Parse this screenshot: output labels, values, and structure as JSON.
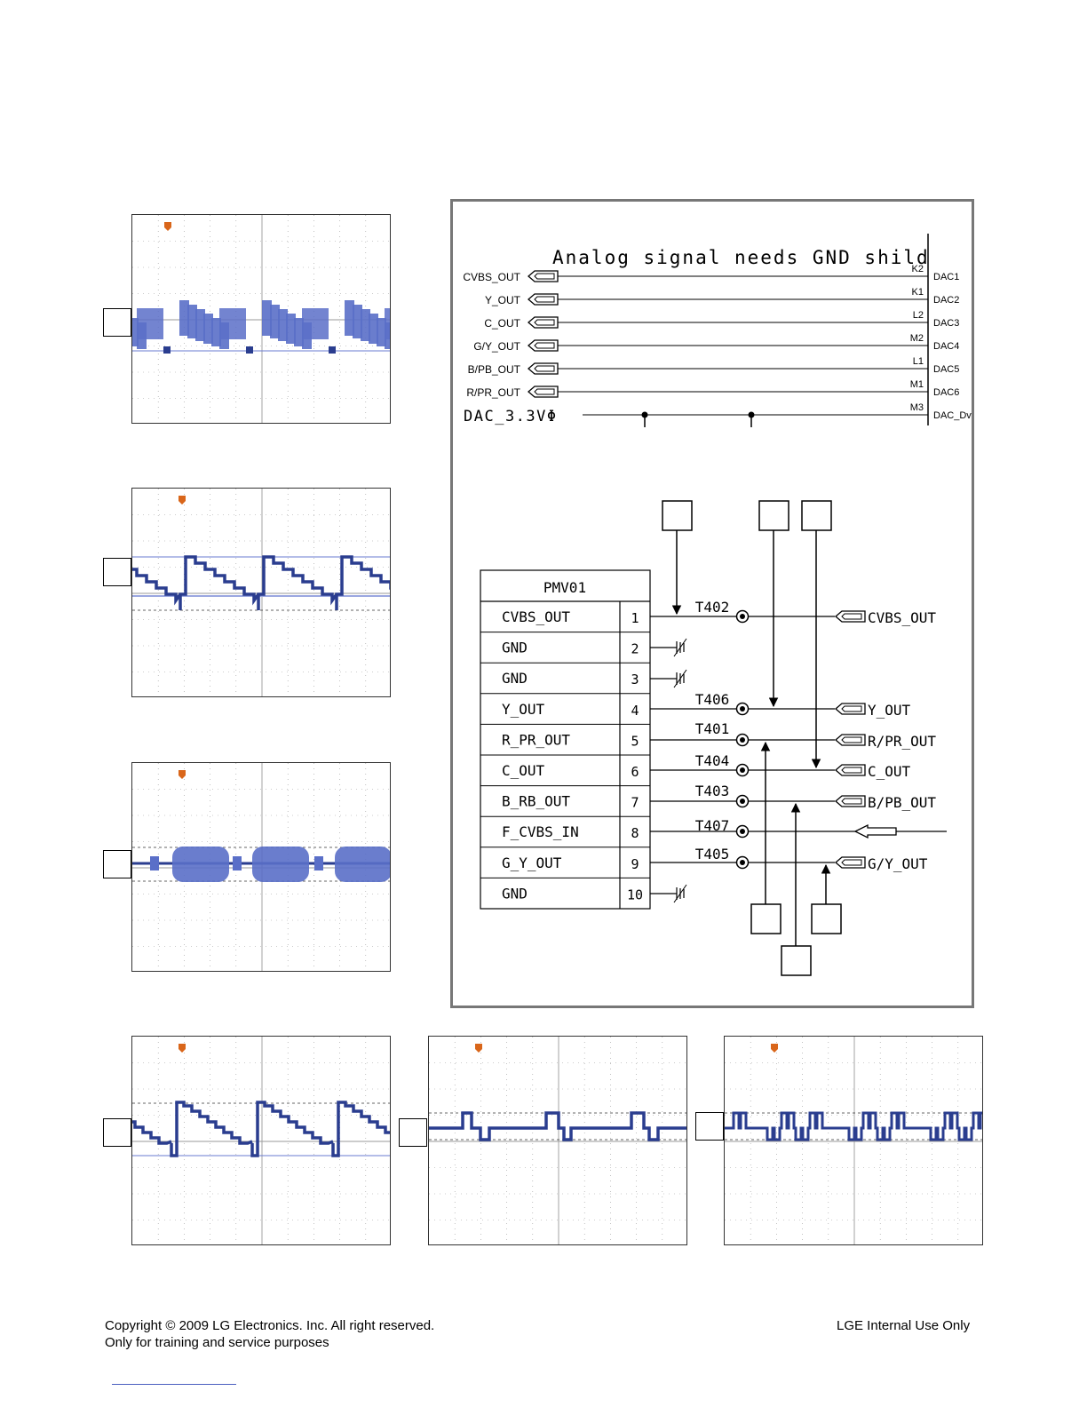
{
  "schematic": {
    "note": "Analog signal needs GND shild",
    "dac_power": "DAC_3.3VΦ",
    "dac_outputs": [
      {
        "signal": "CVBS_OUT",
        "ball": "K2",
        "dac": "DAC1"
      },
      {
        "signal": "Y_OUT",
        "ball": "K1",
        "dac": "DAC2"
      },
      {
        "signal": "C_OUT",
        "ball": "L2",
        "dac": "DAC3"
      },
      {
        "signal": "G/Y_OUT",
        "ball": "M2",
        "dac": "DAC4"
      },
      {
        "signal": "B/PB_OUT",
        "ball": "L1",
        "dac": "DAC5"
      },
      {
        "signal": "R/PR_OUT",
        "ball": "M1",
        "dac": "DAC6"
      },
      {
        "signal": "",
        "ball": "M3",
        "dac": "DAC_Dv"
      }
    ],
    "connector": {
      "name": "PMV01",
      "pins": [
        {
          "label": "CVBS_OUT",
          "num": "1",
          "tp": "T402",
          "port": "CVBS_OUT"
        },
        {
          "label": "GND",
          "num": "2",
          "tp": "",
          "port": ""
        },
        {
          "label": "GND",
          "num": "3",
          "tp": "",
          "port": ""
        },
        {
          "label": "Y_OUT",
          "num": "4",
          "tp": "T406",
          "port": "Y_OUT"
        },
        {
          "label": "R_PR_OUT",
          "num": "5",
          "tp": "T401",
          "port": "R/PR_OUT"
        },
        {
          "label": "C_OUT",
          "num": "6",
          "tp": "T404",
          "port": "C_OUT"
        },
        {
          "label": "B_RB_OUT",
          "num": "7",
          "tp": "T403",
          "port": "B/PB_OUT"
        },
        {
          "label": "F_CVBS_IN",
          "num": "8",
          "tp": "T407",
          "port": ""
        },
        {
          "label": "G_Y_OUT",
          "num": "9",
          "tp": "T405",
          "port": "G/Y_OUT"
        },
        {
          "label": "GND",
          "num": "10",
          "tp": "",
          "port": ""
        }
      ]
    }
  },
  "waveforms": [
    "cvbs-staircase-chroma",
    "staircase-luma",
    "chroma-burst",
    "staircase-component",
    "pulse-component",
    "multi-pulse-component"
  ],
  "footer": {
    "copyright": "Copyright © 2009 LG Electronics. Inc. All right reserved.",
    "purpose": "Only for training and service purposes",
    "internal": "LGE Internal Use Only"
  },
  "colors": {
    "trace": "#2a3d8f",
    "trace_light": "#5a6fc8",
    "marker": "#d9661a"
  }
}
